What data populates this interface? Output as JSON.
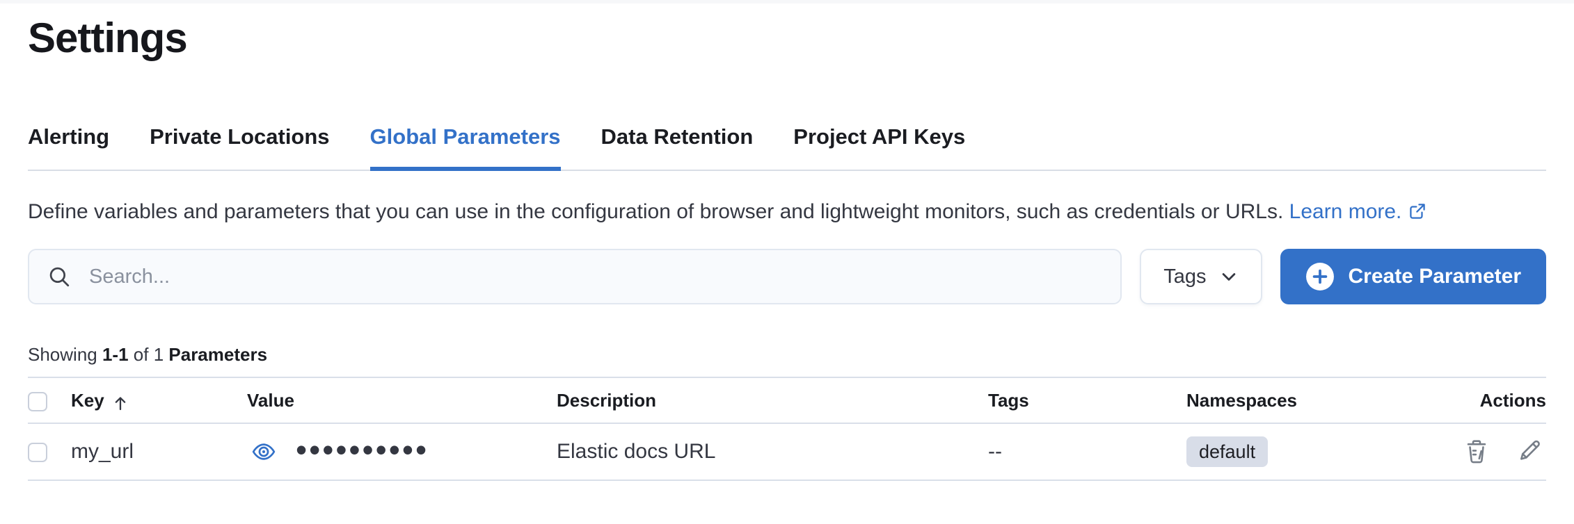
{
  "page": {
    "title": "Settings"
  },
  "tabs": [
    {
      "label": "Alerting",
      "active": false
    },
    {
      "label": "Private Locations",
      "active": false
    },
    {
      "label": "Global Parameters",
      "active": true
    },
    {
      "label": "Data Retention",
      "active": false
    },
    {
      "label": "Project API Keys",
      "active": false
    }
  ],
  "description": {
    "text": "Define variables and parameters that you can use in the configuration of browser and lightweight monitors, such as credentials or URLs.",
    "link_label": "Learn more."
  },
  "toolbar": {
    "search_placeholder": "Search...",
    "search_value": "",
    "tags_filter_label": "Tags",
    "create_button_label": "Create Parameter"
  },
  "summary": {
    "showing_label": "Showing",
    "range": "1-1",
    "of_label": "of 1",
    "entity_label": "Parameters"
  },
  "table": {
    "columns": {
      "key": "Key",
      "value": "Value",
      "description": "Description",
      "tags": "Tags",
      "namespaces": "Namespaces",
      "actions": "Actions"
    },
    "row": {
      "key": "my_url",
      "masked_value": "••••••••••",
      "description": "Elastic docs URL",
      "tags": "--",
      "namespace": "default"
    }
  },
  "icons": {
    "search": "search-icon",
    "tags_chevron": "chevron-down-icon",
    "create_plus": "plus-in-circle-icon",
    "external_link": "external-link-icon",
    "sort": "sort-ascending-arrow-icon",
    "eye": "eye-icon",
    "trash": "trash-icon",
    "pencil": "pencil-icon"
  },
  "colors": {
    "accent_blue": "#3371c8",
    "badge_bg": "#d8dde8",
    "border_gray": "#d9dfe9",
    "icon_gray": "#767d87"
  }
}
